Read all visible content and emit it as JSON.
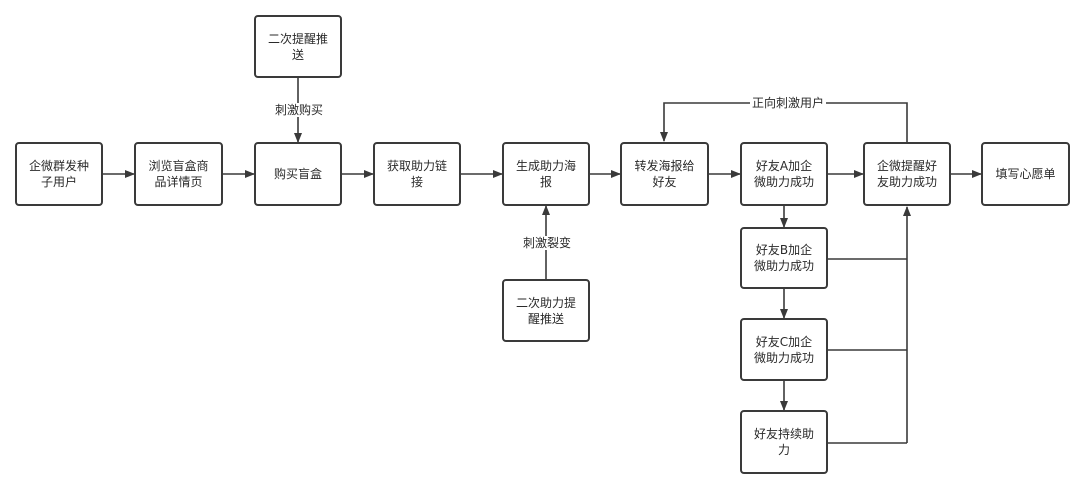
{
  "diagram": {
    "nodes": {
      "n1": "企微群发种子用户",
      "n2": "浏览盲盒商品详情页",
      "n3": "购买盲盒",
      "n4": "获取助力链接",
      "n5": "生成助力海报",
      "n6": "转发海报给好友",
      "n7": "好友A加企微助力成功",
      "n8": "企微提醒好友助力成功",
      "n9": "填写心愿单",
      "n10": "二次提醒推送",
      "n11": "二次助力提醒推送",
      "n12": "好友B加企微助力成功",
      "n13": "好友C加企微助力成功",
      "n14": "好友持续助力"
    },
    "edge_labels": {
      "stimulate_purchase": "刺激购买",
      "stimulate_fission": "刺激裂变",
      "positive_stimulus": "正向刺激用户"
    },
    "colors": {
      "line": "#3a3a3a",
      "box_border": "#3a3a3a"
    }
  }
}
